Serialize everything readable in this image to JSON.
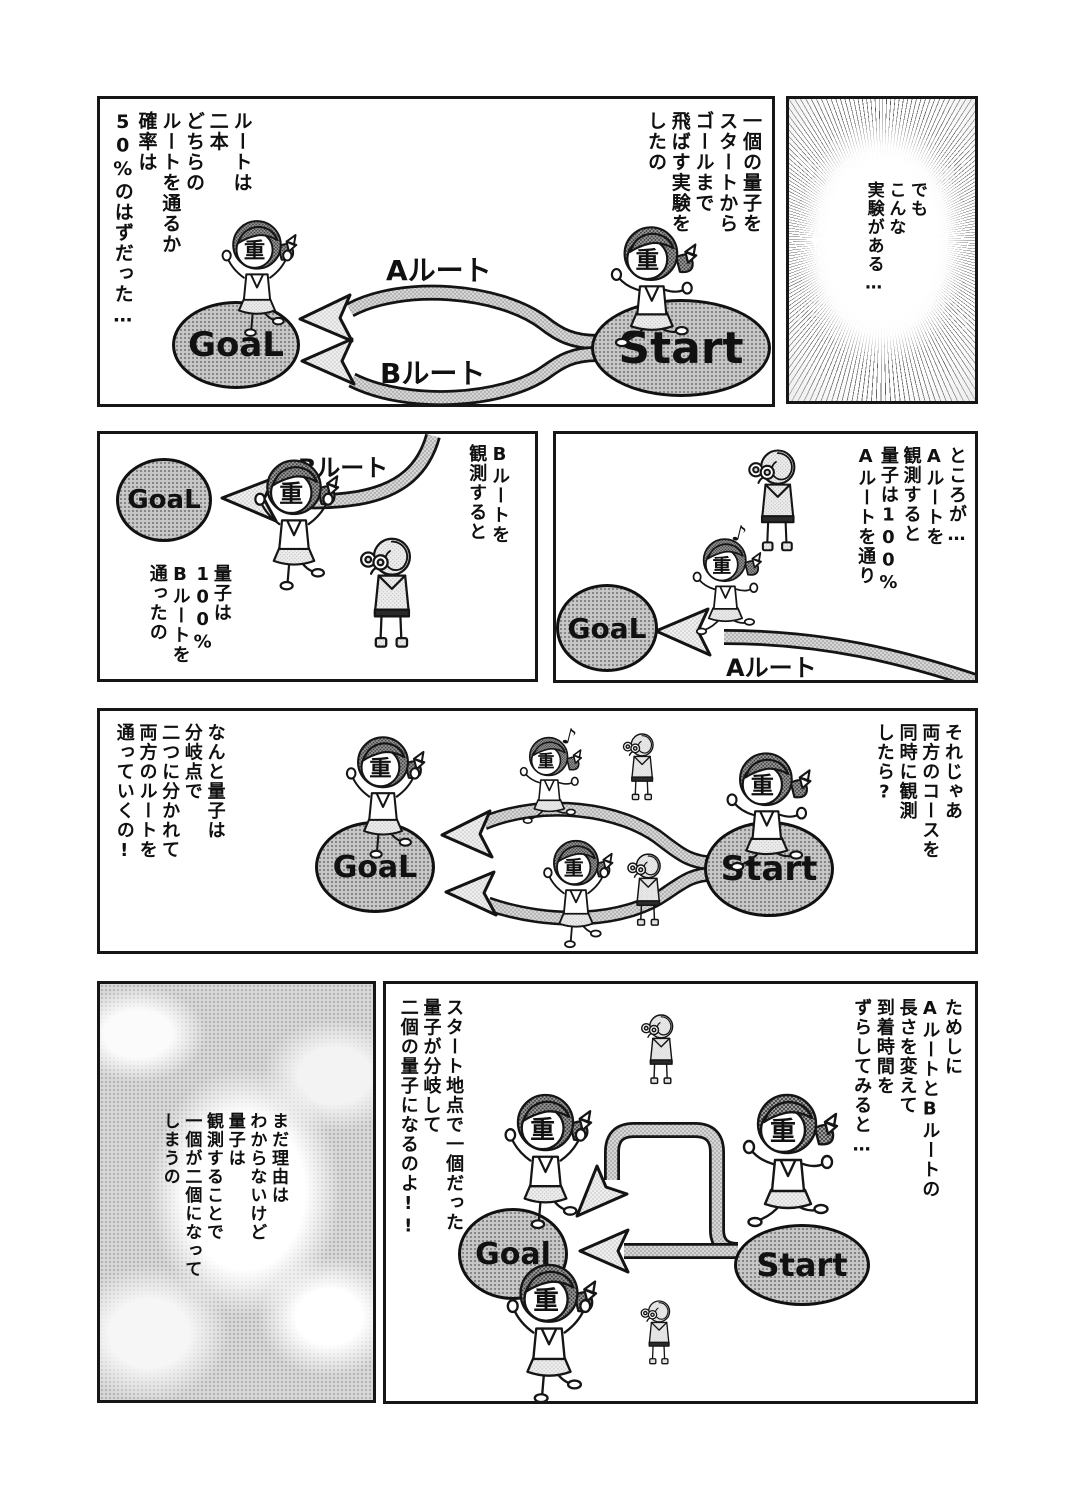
{
  "chars": {
    "face_kanji": "重",
    "music_note": "♪"
  },
  "panels": {
    "p1_right": {
      "narration": [
        "でも",
        "こんな",
        "実験がある…"
      ]
    },
    "p1_left": {
      "narration_right": [
        "一個の量子を",
        "スタートから",
        "ゴールまで",
        "飛ばす実験を",
        "したの"
      ],
      "narration_left": [
        "ルートは",
        "二本",
        "どちらの",
        "ルートを通るか",
        "確率は",
        "50%のはずだった…"
      ],
      "start_label": "Start",
      "goal_label": "GoaL",
      "route_a_label": "Aルート",
      "route_b_label": "Bルート"
    },
    "p2_right": {
      "narration": [
        "ところが…",
        "Aルートを",
        "観測すると",
        "量子は100%",
        "Aルートを通り"
      ],
      "goal_label": "GoaL",
      "route_a_label": "Aルート"
    },
    "p2_left": {
      "narration_top": [
        "Bルートを",
        "観測すると"
      ],
      "narration_bottom": [
        "量子は100%",
        "Bルートを",
        "通ったの"
      ],
      "goal_label": "GoaL",
      "route_b_label": "Bルート"
    },
    "p3": {
      "narration_right": [
        "それじゃあ",
        "両方のコースを",
        "同時に観測",
        "したら?"
      ],
      "narration_left": [
        "なんと量子は",
        "分岐点で",
        "二つに分かれて",
        "両方のルートを",
        "通っていくの!"
      ],
      "start_label": "Start",
      "goal_label": "GoaL"
    },
    "p4_right": {
      "narration_right": [
        "ためしに",
        "AルートとBルートの",
        "長さを変えて",
        "到着時間を",
        "ずらしてみると…"
      ],
      "narration_left": [
        "スタート地点で一個だった",
        "量子が分岐して",
        "二個の量子になるのよ!!"
      ],
      "start_label": "Start",
      "goal_label": "Goal"
    },
    "p4_left": {
      "narration": [
        "まだ理由は",
        "わからないけど",
        "量子は",
        "観測することで",
        "一個が二個になって",
        "しまうの"
      ]
    }
  }
}
